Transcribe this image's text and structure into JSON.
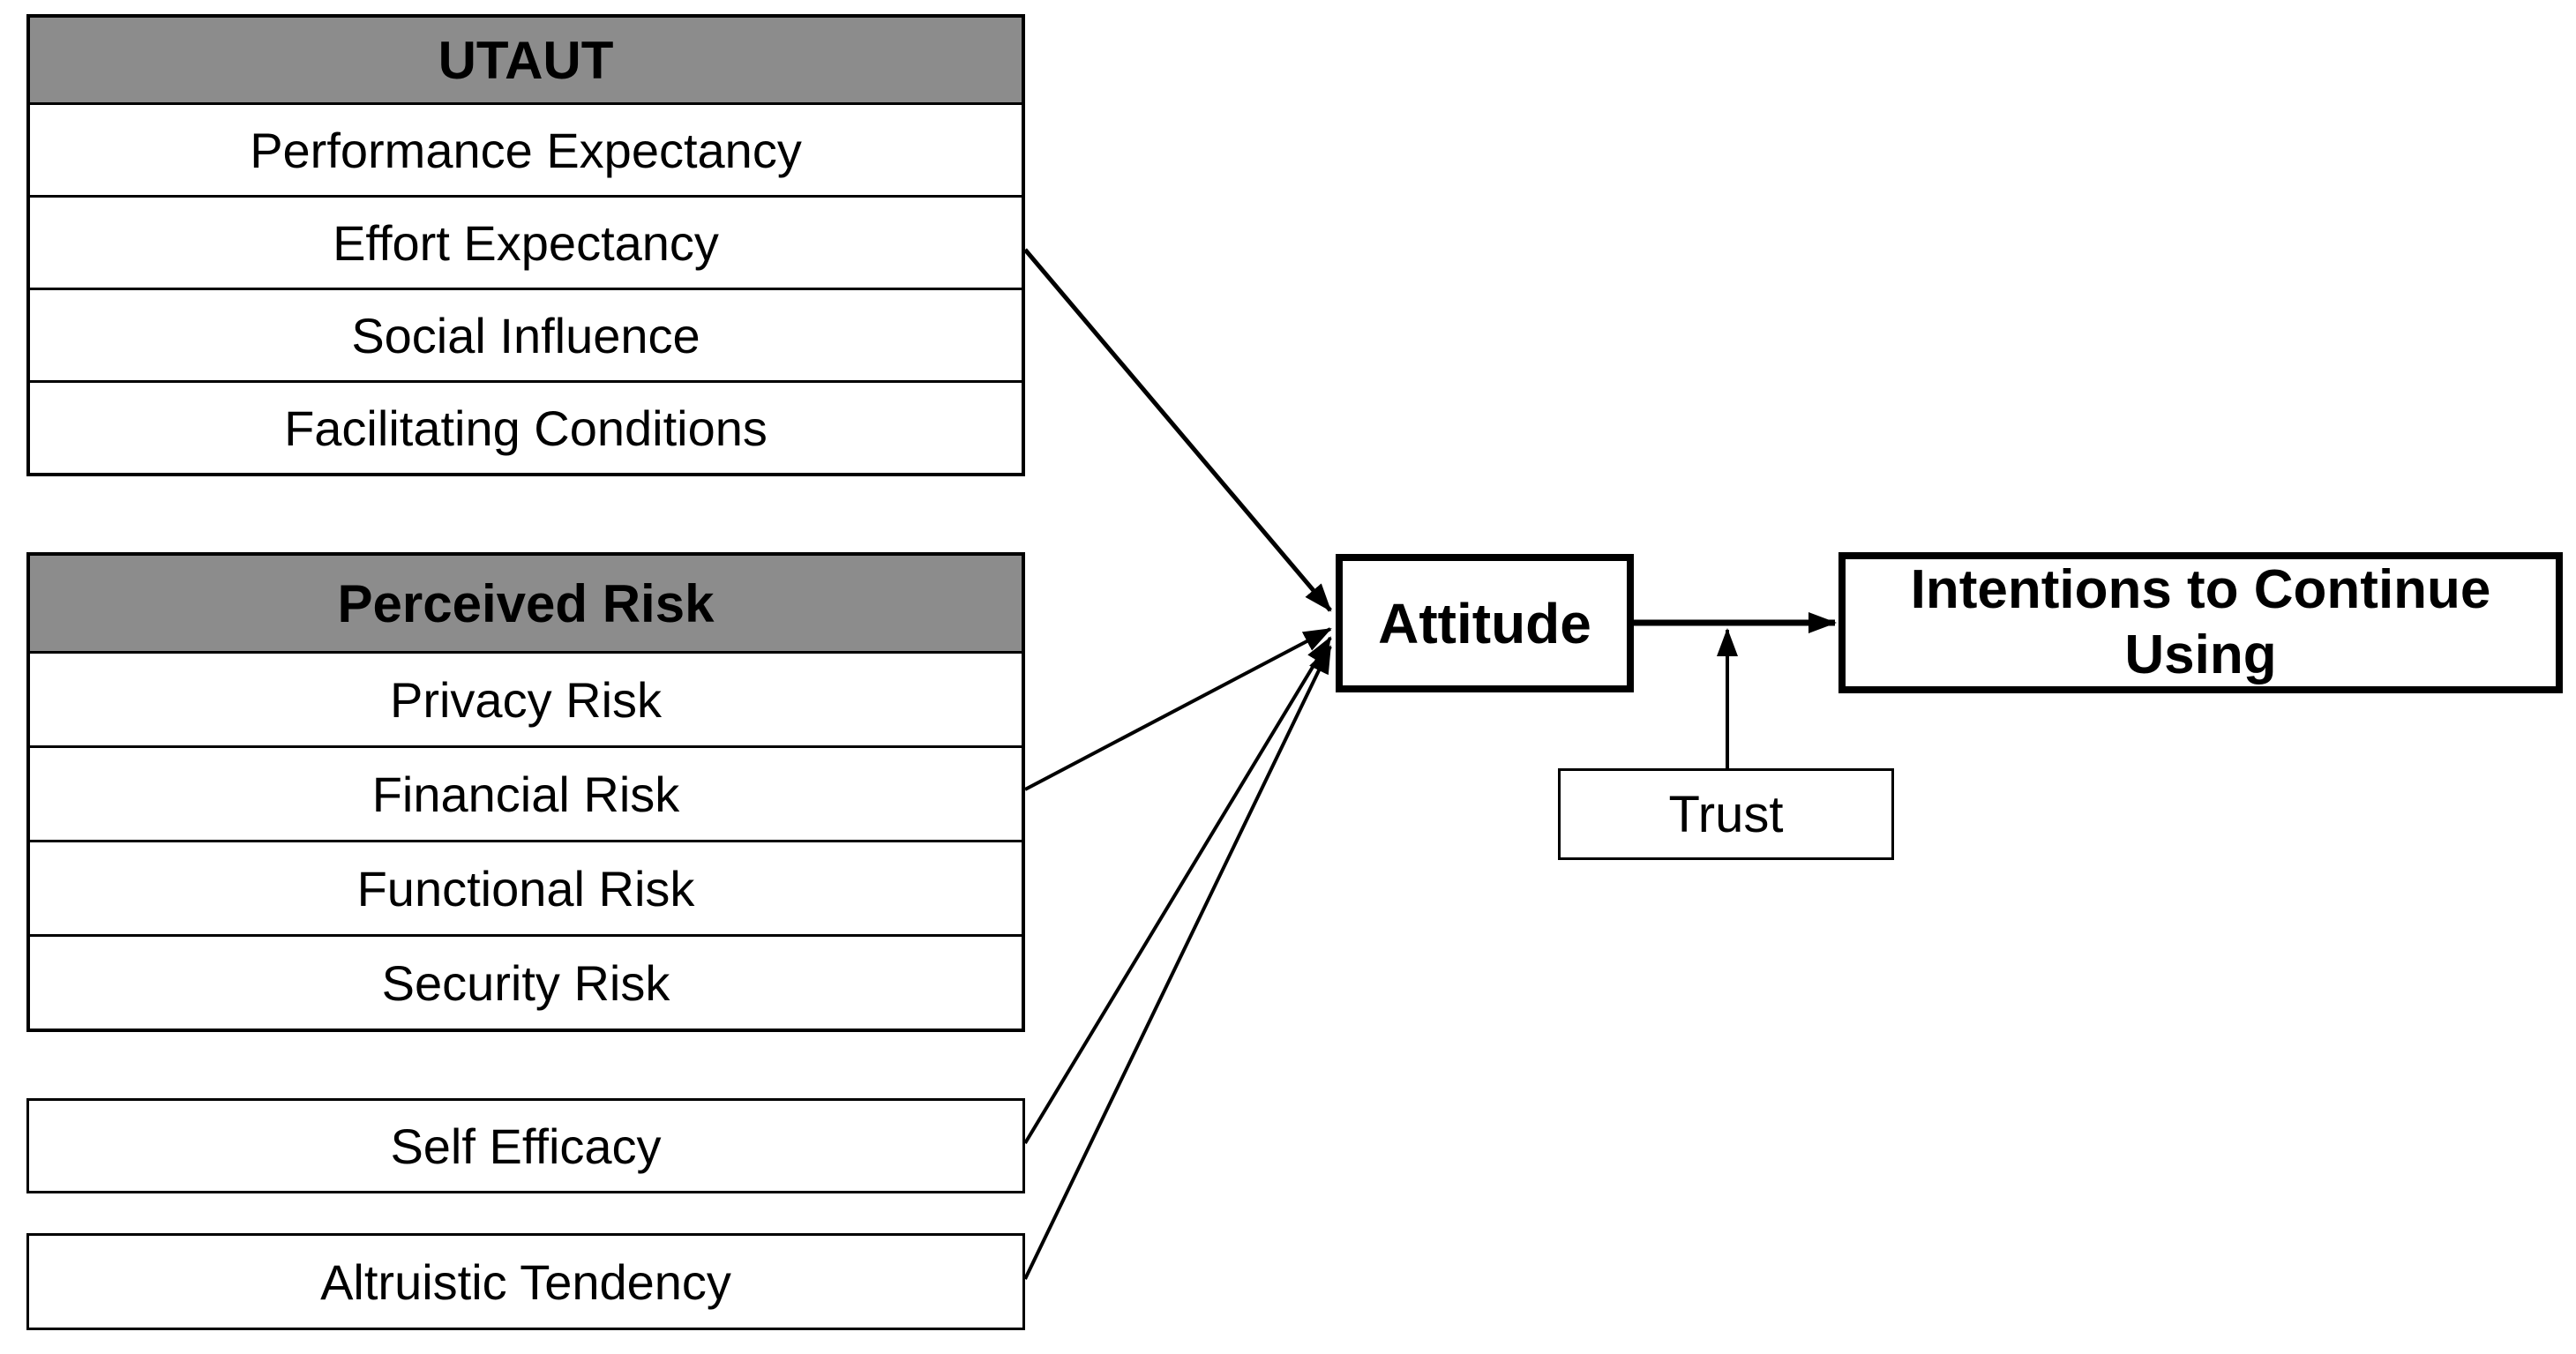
{
  "colors": {
    "header_fill": "#8c8c8c",
    "border": "#000000",
    "background": "#ffffff",
    "text": "#000000"
  },
  "boxes": {
    "utaut": {
      "header": "UTAUT",
      "rows": [
        "Performance Expectancy",
        "Effort Expectancy",
        "Social Influence",
        "Facilitating Conditions"
      ]
    },
    "perceived_risk": {
      "header": "Perceived Risk",
      "rows": [
        "Privacy Risk",
        "Financial Risk",
        "Functional Risk",
        "Security Risk"
      ]
    },
    "self_efficacy": {
      "label": "Self Efficacy"
    },
    "altruistic_tendency": {
      "label": "Altruistic Tendency"
    }
  },
  "nodes": {
    "attitude": {
      "label": "Attitude"
    },
    "intentions": {
      "label": "Intentions to Continue Using"
    },
    "trust": {
      "label": "Trust"
    }
  },
  "arrows": [
    {
      "from": "UTAUT (Effort Expectancy)",
      "to": "Attitude"
    },
    {
      "from": "Perceived Risk (Financial Risk)",
      "to": "Attitude"
    },
    {
      "from": "Self Efficacy",
      "to": "Attitude"
    },
    {
      "from": "Altruistic Tendency",
      "to": "Attitude"
    },
    {
      "from": "Attitude",
      "to": "Intentions to Continue Using"
    },
    {
      "from": "Trust",
      "to": "Attitude-Intentions link"
    }
  ]
}
